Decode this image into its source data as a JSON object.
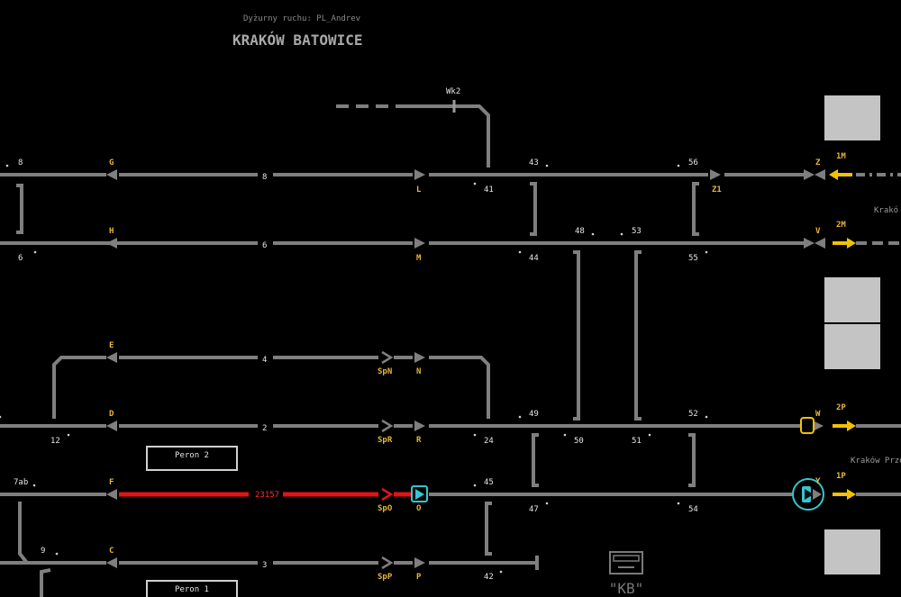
{
  "header": {
    "dispatcher": "Dyżurny ruchu: PL_Andrev",
    "station": "KRAKÓW BATOWICE"
  },
  "labels": {
    "wk2": "Wk2",
    "t8_left": "8",
    "t8_mid": "8",
    "g": "G",
    "h": "H",
    "e": "E",
    "d": "D",
    "f": "F",
    "c": "C",
    "l": "L",
    "m": "M",
    "n": "N",
    "r": "R",
    "o": "O",
    "p": "P",
    "spn": "SpN",
    "spr": "SpR",
    "spo": "SpO",
    "spp": "SpP",
    "n6_left": "6",
    "n6_mid": "6",
    "n4": "4",
    "n2": "2",
    "n3": "3",
    "n12": "12",
    "n9": "9",
    "n7ab": "7ab",
    "n43": "43",
    "n41": "41",
    "n56": "56",
    "z1": "Z1",
    "n48": "48",
    "n53": "53",
    "n44": "44",
    "n55": "55",
    "n49": "49",
    "n24": "24",
    "n50": "50",
    "n51": "51",
    "n52": "52",
    "n45": "45",
    "n47": "47",
    "n54": "54",
    "n42": "42",
    "z": "Z",
    "v": "V",
    "w": "W",
    "y": "Y",
    "m1": "1M",
    "m2": "2M",
    "p2": "2P",
    "p1": "1P",
    "krakow_top": "Krakó",
    "krakow_prz": "Kraków Prze",
    "train": "23157",
    "peron2": "Peron 2",
    "peron1": "Peron 1",
    "kb": "\"KB\""
  },
  "colors": {
    "track": "#7f7f7f",
    "occupied": "#e01414",
    "signal_yellow": "#f2c200",
    "signal_cyan": "#35c6cf",
    "block": "#c4c4c4"
  }
}
